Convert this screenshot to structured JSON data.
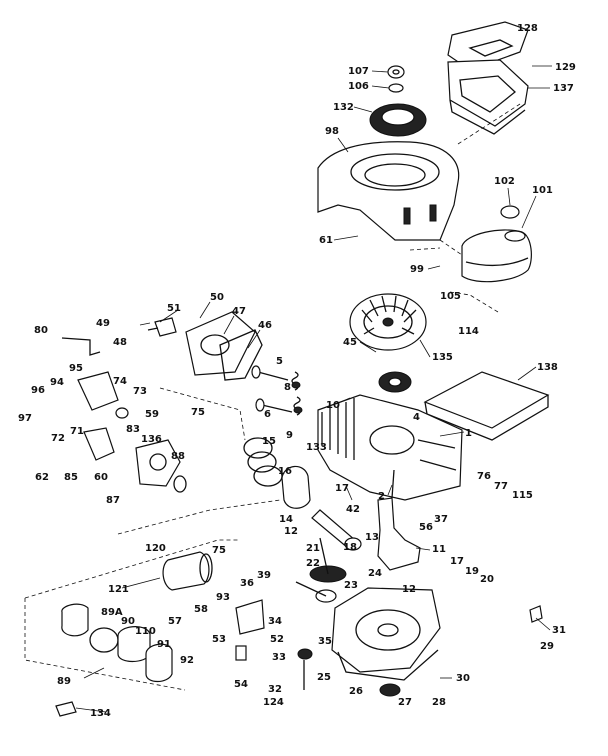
{
  "diagram": {
    "labels": [
      {
        "id": "l128",
        "text": "128"
      },
      {
        "id": "l129",
        "text": "129"
      },
      {
        "id": "l137",
        "text": "137"
      },
      {
        "id": "l107",
        "text": "107"
      },
      {
        "id": "l106",
        "text": "106"
      },
      {
        "id": "l132",
        "text": "132"
      },
      {
        "id": "l98",
        "text": "98"
      },
      {
        "id": "l102",
        "text": "102"
      },
      {
        "id": "l101",
        "text": "101"
      },
      {
        "id": "l61",
        "text": "61"
      },
      {
        "id": "l99",
        "text": "99"
      },
      {
        "id": "l105",
        "text": "105"
      },
      {
        "id": "l114",
        "text": "114"
      },
      {
        "id": "l51",
        "text": "51"
      },
      {
        "id": "l50",
        "text": "50"
      },
      {
        "id": "l47",
        "text": "47"
      },
      {
        "id": "l46",
        "text": "46"
      },
      {
        "id": "l49",
        "text": "49"
      },
      {
        "id": "l48",
        "text": "48"
      },
      {
        "id": "l80",
        "text": "80"
      },
      {
        "id": "l45",
        "text": "45"
      },
      {
        "id": "l135",
        "text": "135"
      },
      {
        "id": "l138",
        "text": "138"
      },
      {
        "id": "l95",
        "text": "95"
      },
      {
        "id": "l74",
        "text": "74"
      },
      {
        "id": "l94",
        "text": "94"
      },
      {
        "id": "l73",
        "text": "73"
      },
      {
        "id": "l5",
        "text": "5"
      },
      {
        "id": "l8",
        "text": "8"
      },
      {
        "id": "l96",
        "text": "96"
      },
      {
        "id": "l97",
        "text": "97"
      },
      {
        "id": "l59",
        "text": "59"
      },
      {
        "id": "l75a",
        "text": "75"
      },
      {
        "id": "l6",
        "text": "6"
      },
      {
        "id": "l10",
        "text": "10"
      },
      {
        "id": "l72",
        "text": "72"
      },
      {
        "id": "l71",
        "text": "71"
      },
      {
        "id": "l83",
        "text": "83"
      },
      {
        "id": "l9",
        "text": "9"
      },
      {
        "id": "l4",
        "text": "4"
      },
      {
        "id": "l133",
        "text": "133"
      },
      {
        "id": "l1",
        "text": "1"
      },
      {
        "id": "l136",
        "text": "136"
      },
      {
        "id": "l15",
        "text": "15"
      },
      {
        "id": "l62",
        "text": "62"
      },
      {
        "id": "l85",
        "text": "85"
      },
      {
        "id": "l60",
        "text": "60"
      },
      {
        "id": "l88",
        "text": "88"
      },
      {
        "id": "l16",
        "text": "16"
      },
      {
        "id": "l87",
        "text": "87"
      },
      {
        "id": "l17a",
        "text": "17"
      },
      {
        "id": "l2",
        "text": "2"
      },
      {
        "id": "l76",
        "text": "76"
      },
      {
        "id": "l77",
        "text": "77"
      },
      {
        "id": "l115",
        "text": "115"
      },
      {
        "id": "l42",
        "text": "42"
      },
      {
        "id": "l14",
        "text": "14"
      },
      {
        "id": "l37",
        "text": "37"
      },
      {
        "id": "l56",
        "text": "56"
      },
      {
        "id": "l18",
        "text": "18"
      },
      {
        "id": "l12a",
        "text": "12"
      },
      {
        "id": "l21",
        "text": "21"
      },
      {
        "id": "l13",
        "text": "13"
      },
      {
        "id": "l11",
        "text": "11"
      },
      {
        "id": "l120",
        "text": "120"
      },
      {
        "id": "l75b",
        "text": "75"
      },
      {
        "id": "l22",
        "text": "22"
      },
      {
        "id": "l17b",
        "text": "17"
      },
      {
        "id": "l19",
        "text": "19"
      },
      {
        "id": "l24",
        "text": "24"
      },
      {
        "id": "l39",
        "text": "39"
      },
      {
        "id": "l36",
        "text": "36"
      },
      {
        "id": "l20",
        "text": "20"
      },
      {
        "id": "l23",
        "text": "23"
      },
      {
        "id": "l12b",
        "text": "12"
      },
      {
        "id": "l121",
        "text": "121"
      },
      {
        "id": "l93",
        "text": "93"
      },
      {
        "id": "l89a",
        "text": "89A"
      },
      {
        "id": "l58",
        "text": "58"
      },
      {
        "id": "l57",
        "text": "57"
      },
      {
        "id": "l34",
        "text": "34"
      },
      {
        "id": "l90",
        "text": "90"
      },
      {
        "id": "l53",
        "text": "53"
      },
      {
        "id": "l52",
        "text": "52"
      },
      {
        "id": "l35",
        "text": "35"
      },
      {
        "id": "l110",
        "text": "110"
      },
      {
        "id": "l31",
        "text": "31"
      },
      {
        "id": "l91",
        "text": "91"
      },
      {
        "id": "l29",
        "text": "29"
      },
      {
        "id": "l33",
        "text": "33"
      },
      {
        "id": "l92",
        "text": "92"
      },
      {
        "id": "l54",
        "text": "54"
      },
      {
        "id": "l89",
        "text": "89"
      },
      {
        "id": "l25",
        "text": "25"
      },
      {
        "id": "l30",
        "text": "30"
      },
      {
        "id": "l32",
        "text": "32"
      },
      {
        "id": "l124",
        "text": "124"
      },
      {
        "id": "l26",
        "text": "26"
      },
      {
        "id": "l27",
        "text": "27"
      },
      {
        "id": "l28",
        "text": "28"
      },
      {
        "id": "l134",
        "text": "134"
      }
    ]
  }
}
